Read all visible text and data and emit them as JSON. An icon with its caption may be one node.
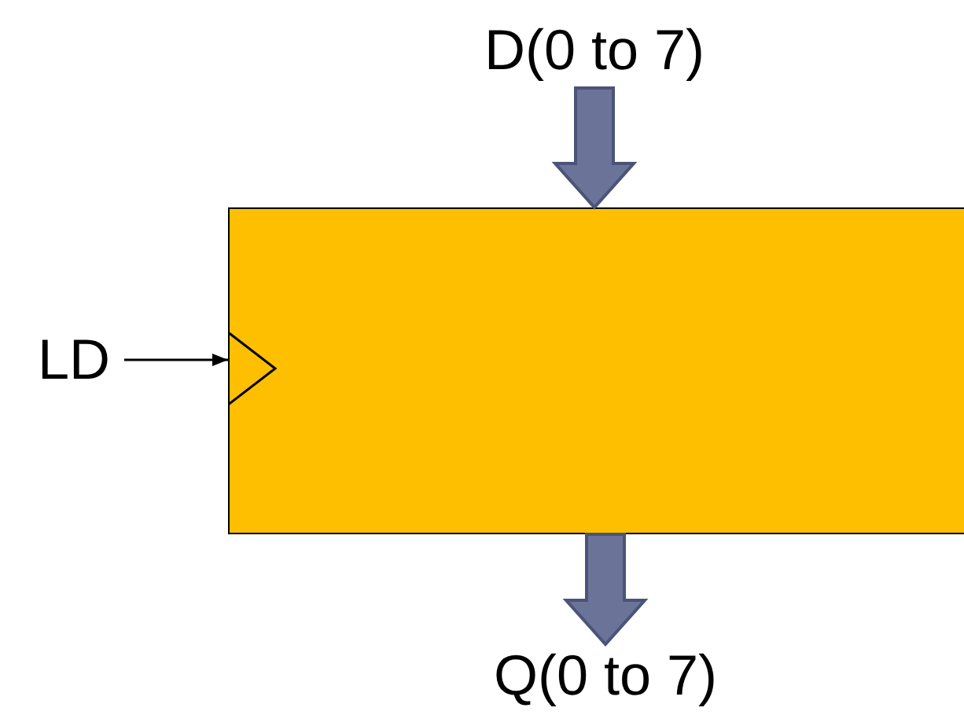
{
  "diagram": {
    "nodes": [
      {
        "text": [
          "D(0 to 7)"
        ]
      },
      {
        "text": [],
        "shape": "box"
      },
      {
        "text": [
          "LD"
        ]
      },
      {
        "text": [
          "Q(0 to 7)"
        ]
      }
    ],
    "edges": [
      {
        "from": 0,
        "to": 1,
        "arrow": "to",
        "style": "thick",
        "color": "#6b7398"
      },
      {
        "from": 2,
        "to": 1,
        "arrow": "to"
      },
      {
        "from": 1,
        "to": 3,
        "arrow": "to",
        "style": "thick",
        "color": "#6b7398"
      }
    ]
  }
}
